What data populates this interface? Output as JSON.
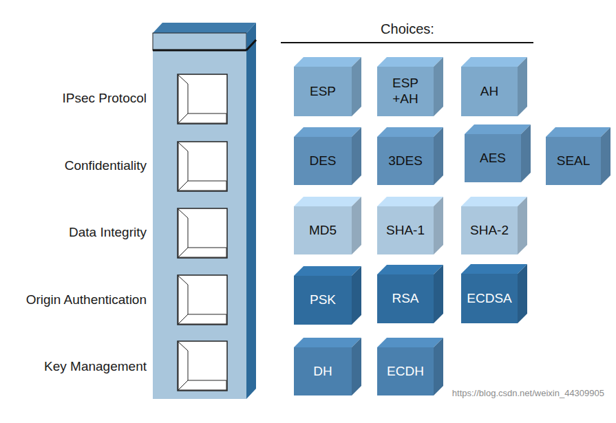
{
  "diagram": {
    "title": "Choices:",
    "nodes": [
      {
        "text": [
          "ESP"
        ]
      },
      {
        "text": [
          "ESP +AH"
        ]
      },
      {
        "text": [
          "AH"
        ]
      },
      {
        "text": [
          "DES"
        ]
      },
      {
        "text": [
          "3DES"
        ]
      },
      {
        "text": [
          "AES"
        ]
      },
      {
        "text": [
          "SEAL"
        ]
      },
      {
        "text": [
          "MD5"
        ]
      },
      {
        "text": [
          "SHA-1"
        ]
      },
      {
        "text": [
          "SHA-2"
        ]
      },
      {
        "text": [
          "PSK"
        ]
      },
      {
        "text": [
          "RSA"
        ]
      },
      {
        "text": [
          "ECDSA"
        ]
      },
      {
        "text": [
          "DH"
        ]
      },
      {
        "text": [
          "ECDH"
        ]
      }
    ],
    "labels": [
      "IPsec Protocol",
      "Confidentiality",
      "Data Integrity",
      "Origin Authentication",
      "Key Management",
      "https://blog.csdn.net/weixin_44309905"
    ]
  }
}
